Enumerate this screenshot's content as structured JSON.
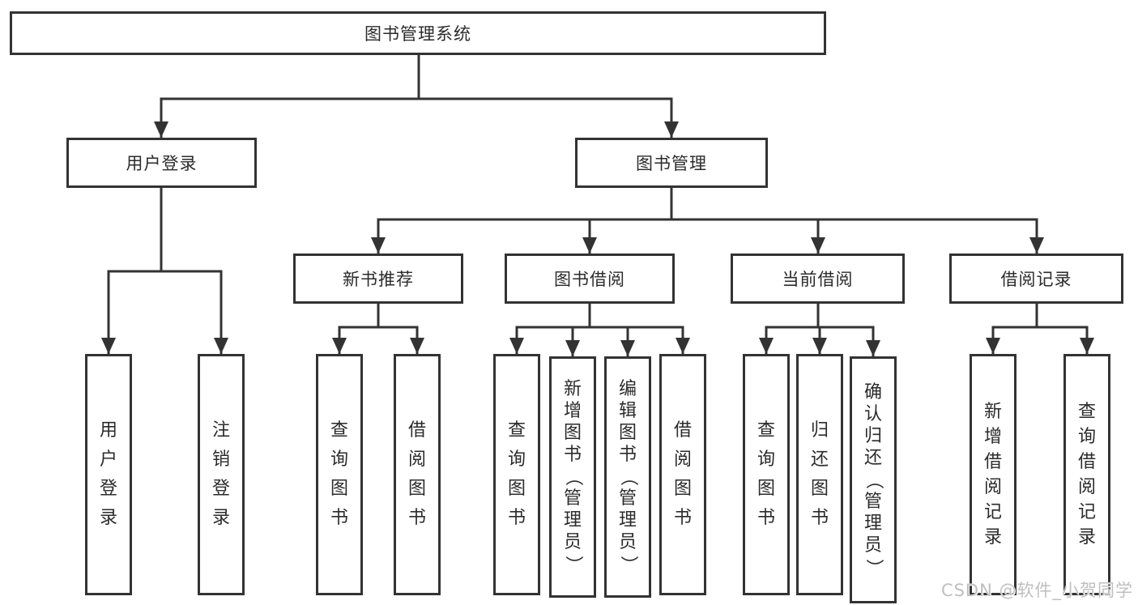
{
  "watermark": "CSDN @软件_小贺同学",
  "colors": {
    "line": "#333333",
    "box_border": "#333333",
    "text": "#2b2b2b",
    "background": "#ffffff",
    "watermark_text": "#bfbfbf"
  },
  "tree": {
    "root": {
      "label": "图书管理系统",
      "children": [
        {
          "label": "用户登录",
          "children": [
            {
              "label": "用户登录"
            },
            {
              "label": "注销登录"
            }
          ]
        },
        {
          "label": "图书管理",
          "children": [
            {
              "label": "新书推荐",
              "children": [
                {
                  "label": "查询图书"
                },
                {
                  "label": "借阅图书"
                }
              ]
            },
            {
              "label": "图书借阅",
              "children": [
                {
                  "label": "查询图书"
                },
                {
                  "label": "新增图书（管理员）"
                },
                {
                  "label": "编辑图书（管理员）"
                },
                {
                  "label": "借阅图书"
                }
              ]
            },
            {
              "label": "当前借阅",
              "children": [
                {
                  "label": "查询图书"
                },
                {
                  "label": "归还图书"
                },
                {
                  "label": "确认归还（管理员）"
                }
              ]
            },
            {
              "label": "借阅记录",
              "children": [
                {
                  "label": "新增借阅记录"
                },
                {
                  "label": "查询借阅记录"
                }
              ]
            }
          ]
        }
      ]
    }
  }
}
